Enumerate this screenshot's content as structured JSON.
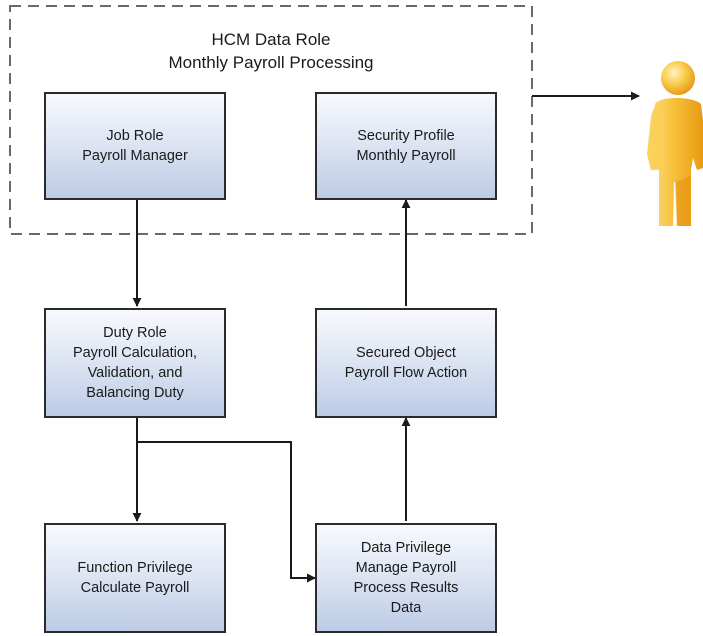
{
  "group": {
    "title_line1": "HCM Data Role",
    "title_line2": "Monthly Payroll Processing"
  },
  "boxes": {
    "job_role": [
      "Job Role",
      "Payroll Manager"
    ],
    "security_profile": [
      "Security Profile",
      "Monthly Payroll"
    ],
    "duty_role": [
      "Duty Role",
      "Payroll Calculation,",
      "Validation, and",
      "Balancing Duty"
    ],
    "secured_object": [
      "Secured Object",
      "Payroll Flow Action"
    ],
    "function_privilege": [
      "Function Privilege",
      "Calculate Payroll"
    ],
    "data_privilege": [
      "Data Privilege",
      "Manage Payroll",
      "Process Results",
      "Data"
    ]
  },
  "person_icon": "user-figure-icon",
  "colors": {
    "box_top": "#f7f9fd",
    "box_bottom": "#bccbe6",
    "border": "#2b2b2b",
    "person_main": "#f5b223",
    "person_light": "#fde08a"
  }
}
